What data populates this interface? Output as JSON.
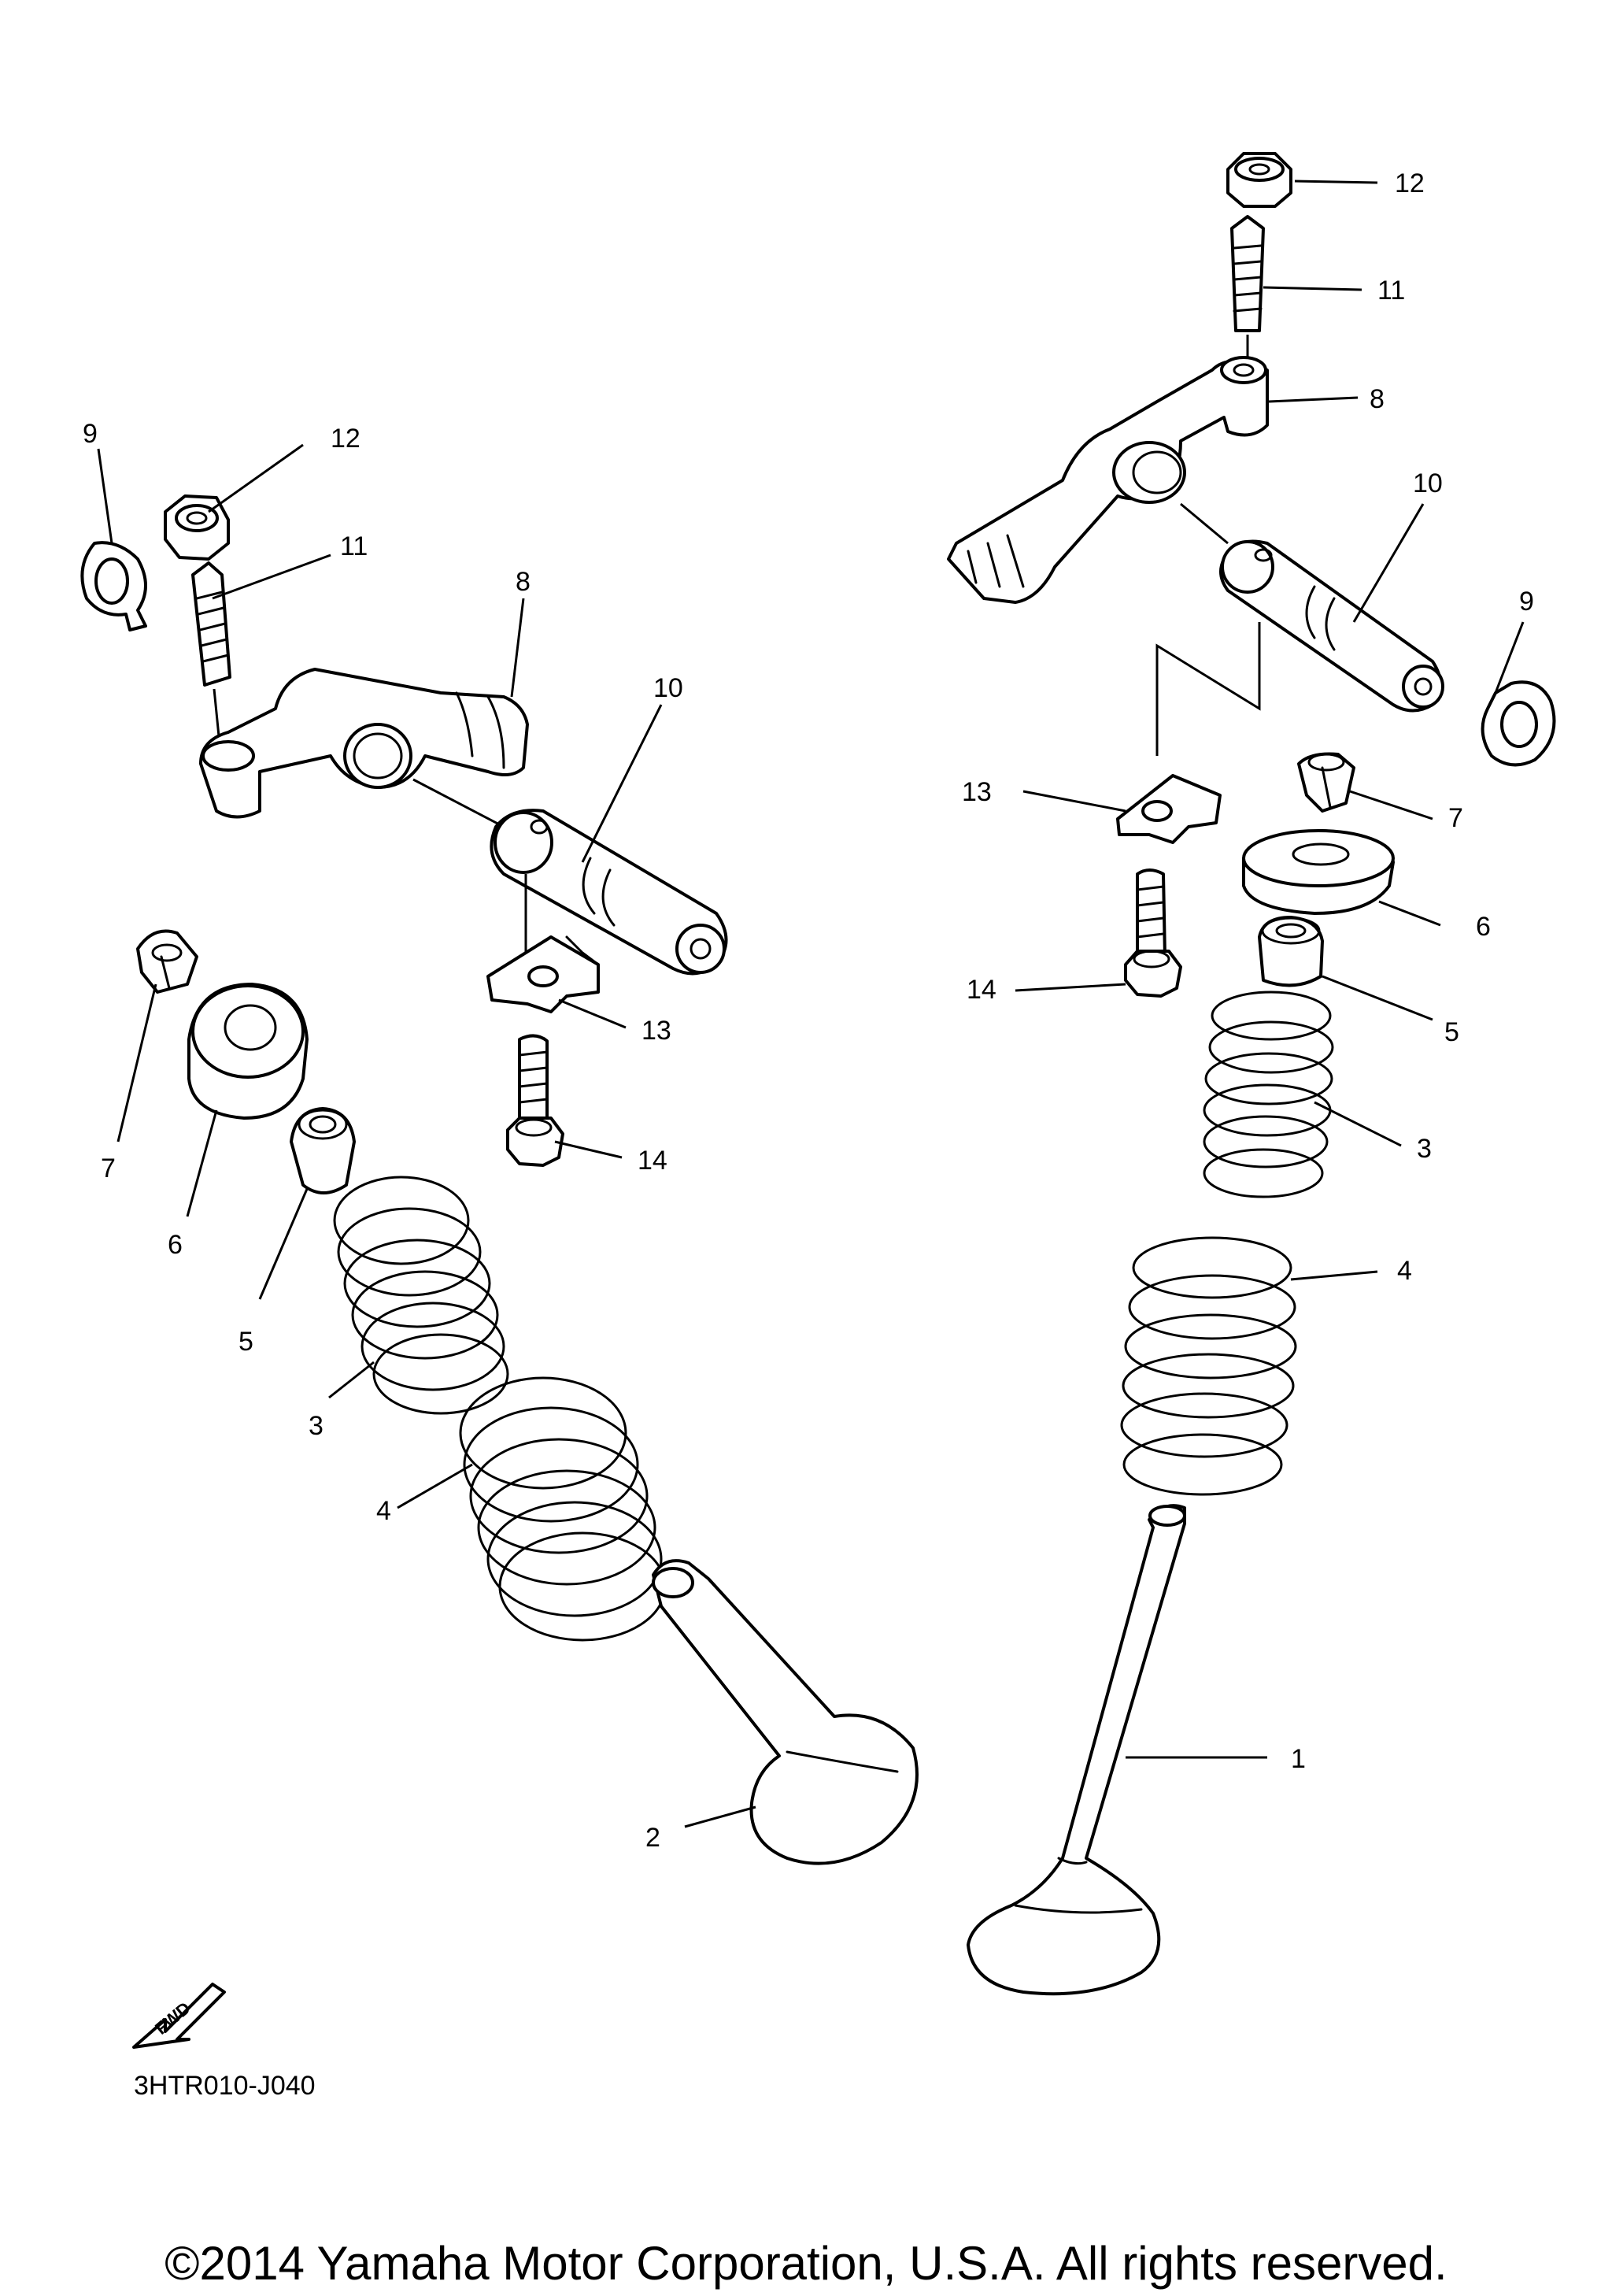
{
  "diagram": {
    "code": "3HTR010-J040",
    "copyright": "©2014 Yamaha Motor Corporation, U.S.A. All rights reserved.",
    "fwd_label": "FWD"
  },
  "callouts": [
    {
      "id": "r12",
      "label": "12"
    },
    {
      "id": "r11",
      "label": "11"
    },
    {
      "id": "r8",
      "label": "8"
    },
    {
      "id": "r10",
      "label": "10"
    },
    {
      "id": "r9",
      "label": "9"
    },
    {
      "id": "r13",
      "label": "13"
    },
    {
      "id": "r7",
      "label": "7"
    },
    {
      "id": "r6",
      "label": "6"
    },
    {
      "id": "r14",
      "label": "14"
    },
    {
      "id": "r5",
      "label": "5"
    },
    {
      "id": "r3",
      "label": "3"
    },
    {
      "id": "r4",
      "label": "4"
    },
    {
      "id": "r1",
      "label": "1"
    },
    {
      "id": "l9",
      "label": "9"
    },
    {
      "id": "l12",
      "label": "12"
    },
    {
      "id": "l11",
      "label": "11"
    },
    {
      "id": "l8",
      "label": "8"
    },
    {
      "id": "l10",
      "label": "10"
    },
    {
      "id": "l13",
      "label": "13"
    },
    {
      "id": "l14",
      "label": "14"
    },
    {
      "id": "l7",
      "label": "7"
    },
    {
      "id": "l6",
      "label": "6"
    },
    {
      "id": "l5",
      "label": "5"
    },
    {
      "id": "l3",
      "label": "3"
    },
    {
      "id": "l4",
      "label": "4"
    },
    {
      "id": "l2",
      "label": "2"
    }
  ]
}
